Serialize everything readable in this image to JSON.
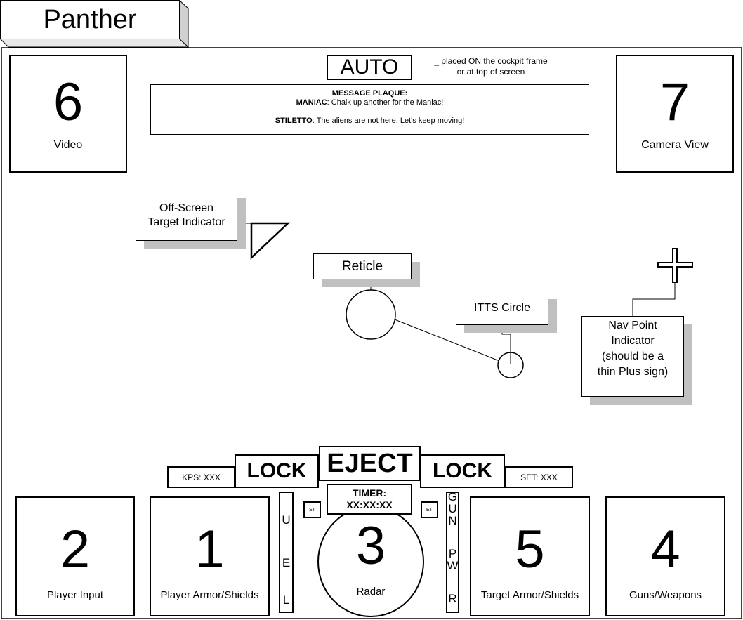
{
  "title": "Panther",
  "top": {
    "auto_label": "AUTO",
    "auto_note_line1": "_ placed ON the cockpit frame",
    "auto_note_line2": "or at top of screen",
    "message_plaque": {
      "heading": "MESSAGE PLAQUE:",
      "messages": [
        {
          "speaker": "MANIAC",
          "text": ":  Chalk up another for the Maniac!"
        },
        {
          "speaker": "STILETTO",
          "text": ": The aliens are not here.  Let's keep moving!"
        }
      ]
    }
  },
  "panels": {
    "video": {
      "number": "6",
      "label": "Video"
    },
    "camera": {
      "number": "7",
      "label": "Camera View"
    },
    "player_input": {
      "number": "2",
      "label": "Player Input"
    },
    "player_armor": {
      "number": "1",
      "label": "Player Armor/Shields"
    },
    "radar": {
      "number": "3",
      "label": "Radar"
    },
    "target_armor": {
      "number": "5",
      "label": "Target Armor/Shields"
    },
    "weapons": {
      "number": "4",
      "label": "Guns/Weapons"
    }
  },
  "callouts": {
    "offscreen_line1": "Off-Screen",
    "offscreen_line2": "Target Indicator",
    "reticle": "Reticle",
    "itts": "ITTS Circle",
    "nav_line1": "Nav Point",
    "nav_line2": "Indicator",
    "nav_line3": "(should be a",
    "nav_line4": "thin Plus sign)"
  },
  "console": {
    "kps": "KPS: XXX",
    "lock_left": "LOCK",
    "eject": "EJECT",
    "lock_right": "LOCK",
    "set": "SET: XXX",
    "timer_label": "TIMER:",
    "timer_value": "XX:XX:XX",
    "st": "ST",
    "et": "ET",
    "fuel_letters": [
      "U",
      "E",
      "L"
    ],
    "gun_letters": [
      "G",
      "U",
      "N",
      "P",
      "W",
      "R"
    ]
  }
}
